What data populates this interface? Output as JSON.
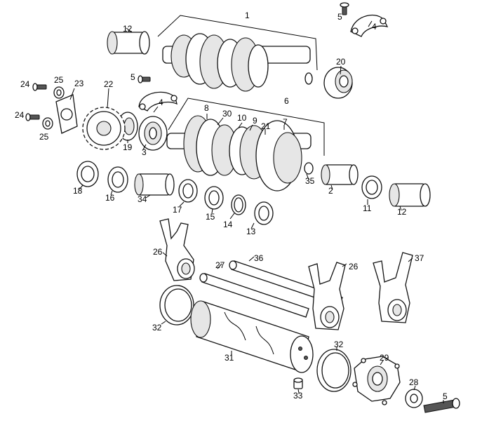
{
  "diagram": {
    "callouts": [
      {
        "id": "c1",
        "label": "1"
      },
      {
        "id": "c2",
        "label": "2"
      },
      {
        "id": "c3",
        "label": "3"
      },
      {
        "id": "c4a",
        "label": "4"
      },
      {
        "id": "c4b",
        "label": "4"
      },
      {
        "id": "c5a",
        "label": "5"
      },
      {
        "id": "c5b",
        "label": "5"
      },
      {
        "id": "c5c",
        "label": "5"
      },
      {
        "id": "c6",
        "label": "6"
      },
      {
        "id": "c7",
        "label": "7"
      },
      {
        "id": "c8",
        "label": "8"
      },
      {
        "id": "c9",
        "label": "9"
      },
      {
        "id": "c10",
        "label": "10"
      },
      {
        "id": "c11",
        "label": "11"
      },
      {
        "id": "c12a",
        "label": "12"
      },
      {
        "id": "c12b",
        "label": "12"
      },
      {
        "id": "c13",
        "label": "13"
      },
      {
        "id": "c14",
        "label": "14"
      },
      {
        "id": "c15",
        "label": "15"
      },
      {
        "id": "c16",
        "label": "16"
      },
      {
        "id": "c17",
        "label": "17"
      },
      {
        "id": "c18",
        "label": "18"
      },
      {
        "id": "c19",
        "label": "19"
      },
      {
        "id": "c20",
        "label": "20"
      },
      {
        "id": "c21",
        "label": "21"
      },
      {
        "id": "c22",
        "label": "22"
      },
      {
        "id": "c23",
        "label": "23"
      },
      {
        "id": "c24a",
        "label": "24"
      },
      {
        "id": "c24b",
        "label": "24"
      },
      {
        "id": "c25a",
        "label": "25"
      },
      {
        "id": "c25b",
        "label": "25"
      },
      {
        "id": "c26a",
        "label": "26"
      },
      {
        "id": "c26b",
        "label": "26"
      },
      {
        "id": "c27",
        "label": "27"
      },
      {
        "id": "c28",
        "label": "28"
      },
      {
        "id": "c29",
        "label": "29"
      },
      {
        "id": "c30",
        "label": "30"
      },
      {
        "id": "c31",
        "label": "31"
      },
      {
        "id": "c32a",
        "label": "32"
      },
      {
        "id": "c32b",
        "label": "32"
      },
      {
        "id": "c33",
        "label": "33"
      },
      {
        "id": "c34",
        "label": "34"
      },
      {
        "id": "c35",
        "label": "35"
      },
      {
        "id": "c36",
        "label": "36"
      },
      {
        "id": "c37",
        "label": "37"
      }
    ]
  }
}
